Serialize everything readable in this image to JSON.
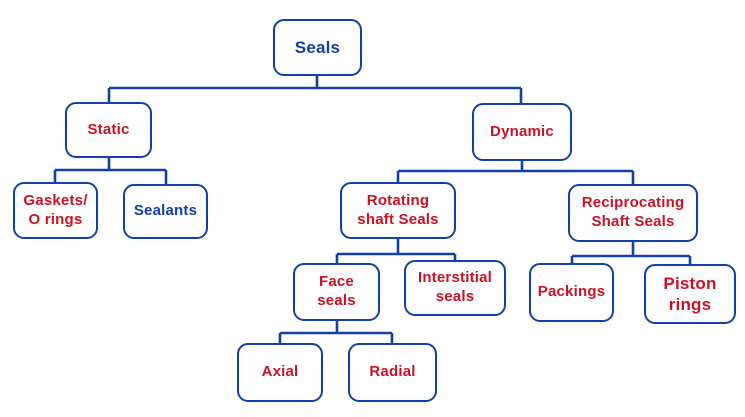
{
  "colors": {
    "blue": "#1240A8",
    "red": "#CC1122",
    "background": "#FFFFFF"
  },
  "nodes": {
    "seals": {
      "label": "Seals",
      "text_color": "blue"
    },
    "static": {
      "label": "Static",
      "text_color": "red"
    },
    "dynamic": {
      "label": "Dynamic",
      "text_color": "red"
    },
    "gaskets": {
      "label": "Gaskets/\nO rings",
      "text_color": "red"
    },
    "sealants": {
      "label": "Sealants",
      "text_color": "blue"
    },
    "rotating": {
      "label": "Rotating\nshaft Seals",
      "text_color": "red"
    },
    "reciprocating": {
      "label": "Reciprocating\nShaft Seals",
      "text_color": "red"
    },
    "face": {
      "label": "Face\nseals",
      "text_color": "red"
    },
    "interstitial": {
      "label": "Interstitial\nseals",
      "text_color": "red"
    },
    "packings": {
      "label": "Packings",
      "text_color": "red"
    },
    "piston": {
      "label": "Piston\nrings",
      "text_color": "red"
    },
    "axial": {
      "label": "Axial",
      "text_color": "red"
    },
    "radial": {
      "label": "Radial",
      "text_color": "red"
    }
  },
  "edges": [
    [
      "seals",
      "static"
    ],
    [
      "seals",
      "dynamic"
    ],
    [
      "static",
      "gaskets"
    ],
    [
      "static",
      "sealants"
    ],
    [
      "dynamic",
      "rotating"
    ],
    [
      "dynamic",
      "reciprocating"
    ],
    [
      "rotating",
      "face"
    ],
    [
      "rotating",
      "interstitial"
    ],
    [
      "reciprocating",
      "packings"
    ],
    [
      "reciprocating",
      "piston"
    ],
    [
      "face",
      "axial"
    ],
    [
      "face",
      "radial"
    ]
  ]
}
